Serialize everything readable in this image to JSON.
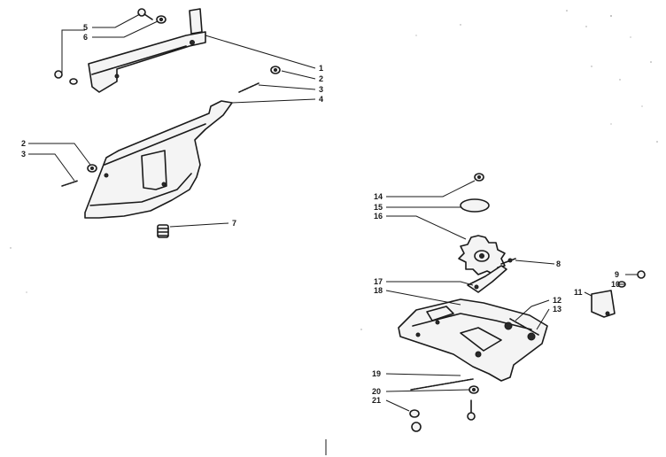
{
  "diagram": {
    "callouts_left": [
      "5",
      "6",
      "1",
      "2",
      "3",
      "4",
      "2",
      "3",
      "7"
    ],
    "callouts_right": [
      "14",
      "15",
      "16",
      "8",
      "9",
      "10",
      "11",
      "17",
      "18",
      "12",
      "13",
      "19",
      "20",
      "21"
    ]
  }
}
